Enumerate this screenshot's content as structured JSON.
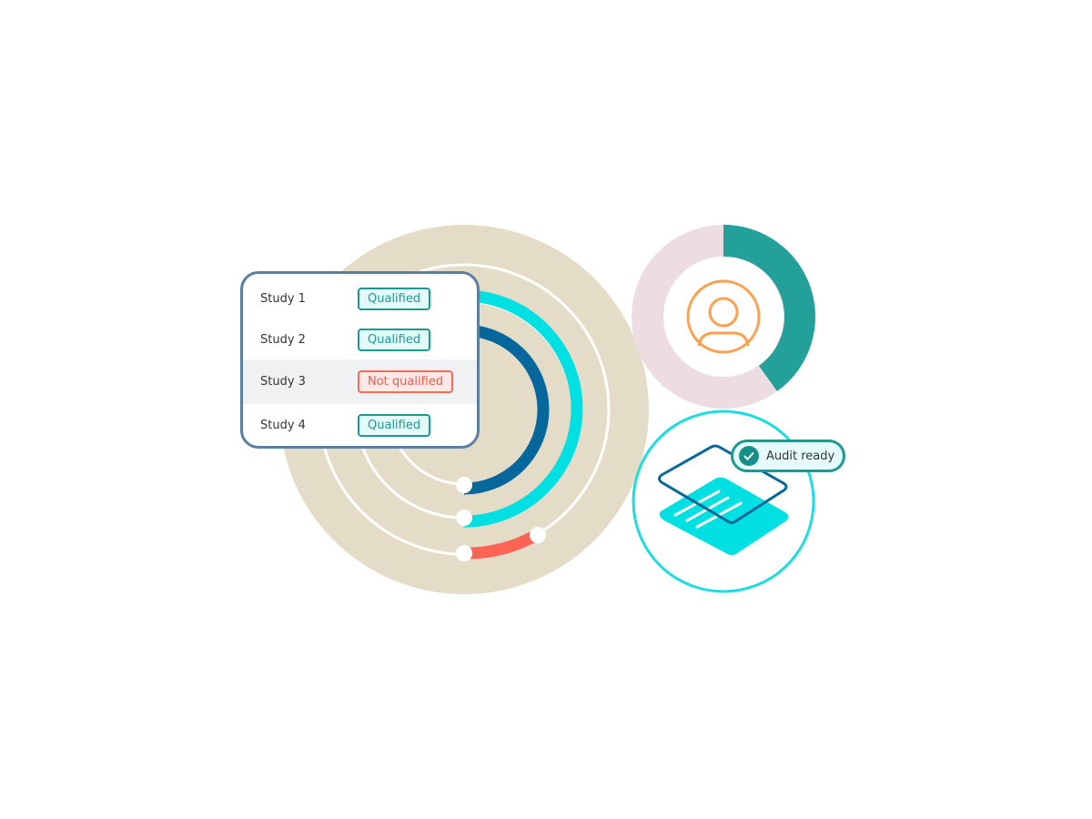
{
  "studies": [
    {
      "name": "Study 1",
      "status": "Qualified"
    },
    {
      "name": "Study 2",
      "status": "Qualified"
    },
    {
      "name": "Study 3",
      "status": "Not qualified"
    },
    {
      "name": "Study 4",
      "status": "Qualified"
    }
  ],
  "audit_badge": {
    "label": "Audit ready",
    "icon": "check-circle-icon"
  },
  "donut": {
    "filled_fraction": 0.4,
    "icon": "user-icon"
  },
  "colors": {
    "beige": "#e5dcc8",
    "navy": "#05679c",
    "cyan": "#00e0e3",
    "red": "#ff6353",
    "teal": "#23a09a",
    "pink": "#eddde3",
    "orange": "#ffa04f"
  }
}
